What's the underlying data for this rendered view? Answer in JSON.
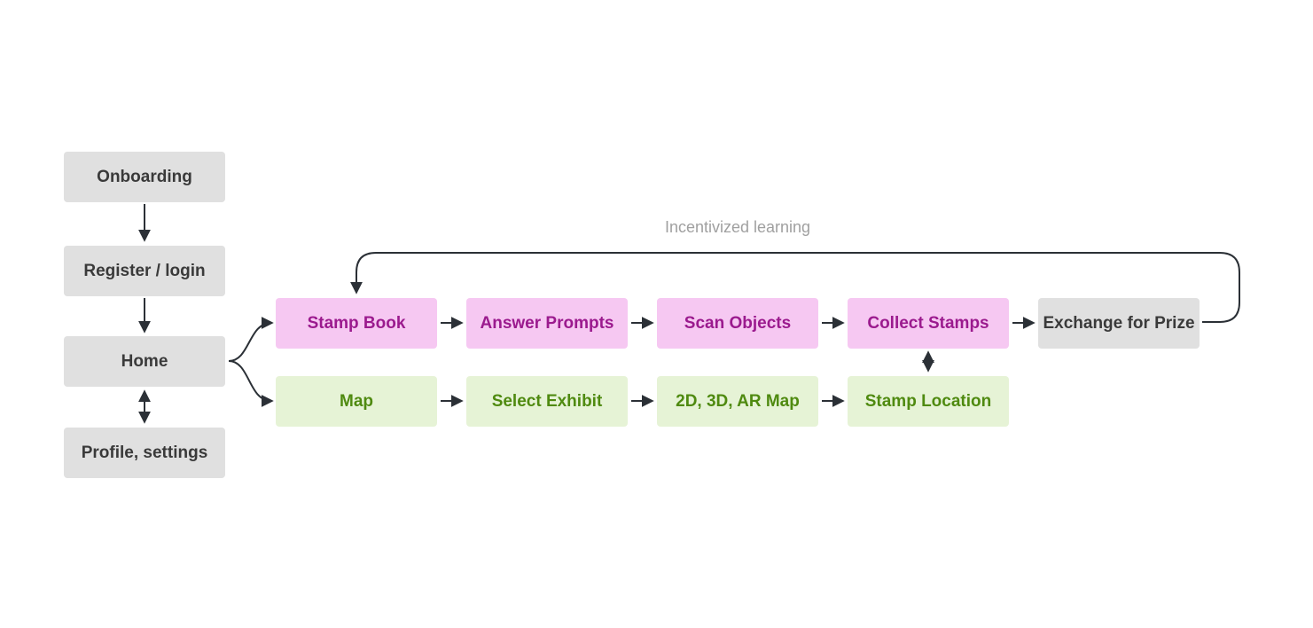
{
  "colors": {
    "gray_fill": "#e0e0e0",
    "gray_text": "#3a3a3a",
    "pink_fill": "#f6c8f2",
    "pink_text": "#9b1a8e",
    "green_fill": "#e6f3d6",
    "green_text": "#4f8a10",
    "connector": "#2b3036",
    "label_text": "#a0a0a0"
  },
  "left_column": {
    "onboarding": "Onboarding",
    "register": "Register / login",
    "home": "Home",
    "profile": "Profile, settings"
  },
  "stamp_row": {
    "stamp_book": "Stamp Book",
    "answer_prompts": "Answer Prompts",
    "scan_objects": "Scan Objects",
    "collect_stamps": "Collect Stamps",
    "exchange_prize": "Exchange for Prize"
  },
  "map_row": {
    "map": "Map",
    "select_exhibit": "Select Exhibit",
    "map_views": "2D, 3D, AR Map",
    "stamp_location": "Stamp Location"
  },
  "loop_label": "Incentivized learning"
}
